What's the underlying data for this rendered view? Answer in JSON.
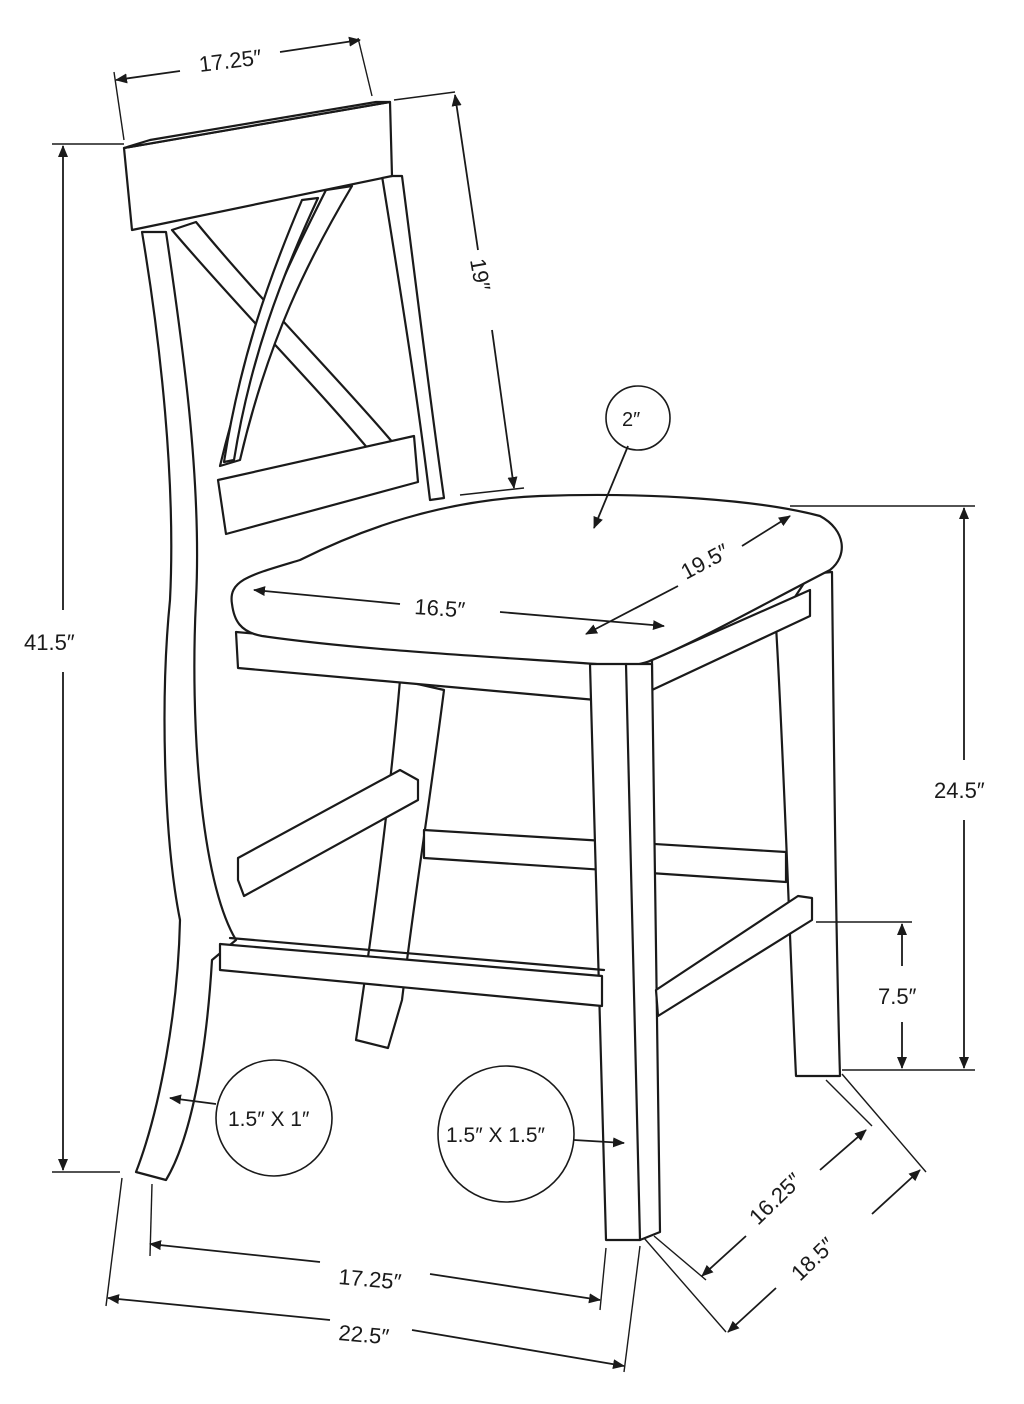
{
  "dimensions": {
    "back_top_width": "17.25″",
    "backrest_height": "19″",
    "overall_height": "41.5″",
    "seat_thickness": "2″",
    "seat_depth": "19.5″",
    "seat_width": "16.5″",
    "seat_height": "24.5″",
    "footrest_height": "7.5″",
    "back_leg_size": "1.5″ X 1″",
    "front_leg_size": "1.5″ X 1.5″",
    "leg_span_width": "17.25″",
    "overall_width": "22.5″",
    "leg_span_depth": "16.25″",
    "overall_depth": "18.5″"
  }
}
